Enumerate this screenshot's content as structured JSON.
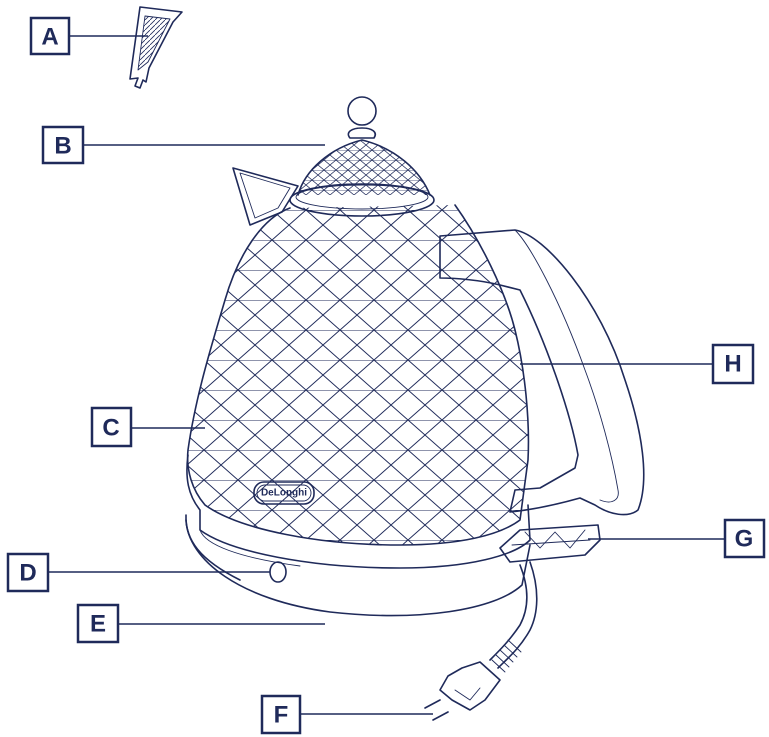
{
  "brand_logo": "DeLonghi",
  "labels": {
    "A": "A",
    "B": "B",
    "C": "C",
    "D": "D",
    "E": "E",
    "F": "F",
    "G": "G",
    "H": "H"
  },
  "colors": {
    "line": "#1f2a5a",
    "background": "#ffffff"
  }
}
